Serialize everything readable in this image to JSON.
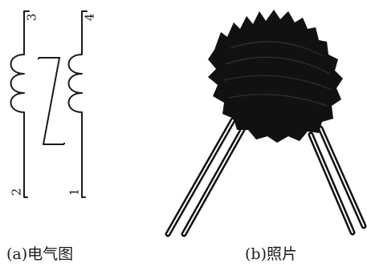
{
  "schematic": {
    "pin_labels": {
      "top_left": "3",
      "top_right": "4",
      "bottom_left": "2",
      "bottom_right": "1"
    }
  },
  "captions": {
    "left": "(a)电气图",
    "right": "(b)照片"
  },
  "colors": {
    "line": "#1a1a1a",
    "core": "#111111",
    "background": "#ffffff"
  }
}
